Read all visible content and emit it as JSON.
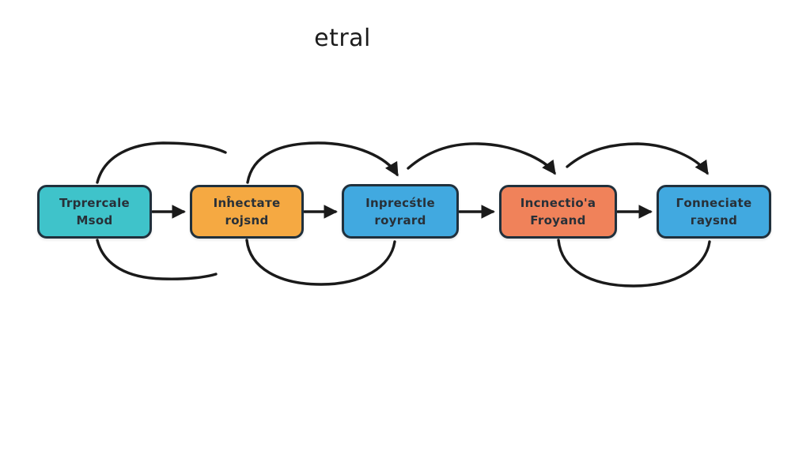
{
  "title": "etral",
  "colors": {
    "background": "#ffffff",
    "arrow": "#1a1a1a",
    "node_border": "#20303c",
    "node_text": "#283038",
    "node_fills": [
      "#3fc3ca",
      "#f5a942",
      "#41a9e0",
      "#f0825a",
      "#41a9e0"
    ]
  },
  "boxes": [
    {
      "id": "stage-1",
      "line1": "Trprercale",
      "line2": "Msod",
      "color": "#3fc3ca"
    },
    {
      "id": "stage-2",
      "line1": "Inĥectaтe",
      "line2": "rojsnd",
      "color": "#f5a942"
    },
    {
      "id": "stage-3",
      "line1": "Inprecśtle",
      "line2": "royrard",
      "color": "#41a9e0"
    },
    {
      "id": "stage-4",
      "line1": "Incnectio'a",
      "line2": "Froyand",
      "color": "#f0825a"
    },
    {
      "id": "stage-5",
      "line1": "Γonneciate",
      "line2": "гaysnd",
      "color": "#41a9e0"
    }
  ],
  "connectors": [
    {
      "from": "stage-1",
      "to": "stage-2",
      "style": "straight-arrow"
    },
    {
      "from": "stage-2",
      "to": "stage-3",
      "style": "straight-arrow"
    },
    {
      "from": "stage-3",
      "to": "stage-4",
      "style": "straight-arrow"
    },
    {
      "from": "stage-4",
      "to": "stage-5",
      "style": "straight-arrow"
    },
    {
      "from": "stage-1",
      "to": "",
      "style": "top-arc-no-head"
    },
    {
      "from": "stage-2",
      "to": "stage-3",
      "style": "top-arc-arrow"
    },
    {
      "from": "stage-3",
      "to": "stage-4",
      "style": "top-arc-arrow"
    },
    {
      "from": "stage-4",
      "to": "stage-5",
      "style": "top-arc-arrow"
    },
    {
      "from": "stage-1",
      "to": "",
      "style": "bottom-arc-no-head"
    },
    {
      "from": "stage-2",
      "to": "stage-3",
      "style": "bottom-arc-no-head"
    },
    {
      "from": "stage-4",
      "to": "stage-5",
      "style": "bottom-arc-no-head"
    }
  ]
}
